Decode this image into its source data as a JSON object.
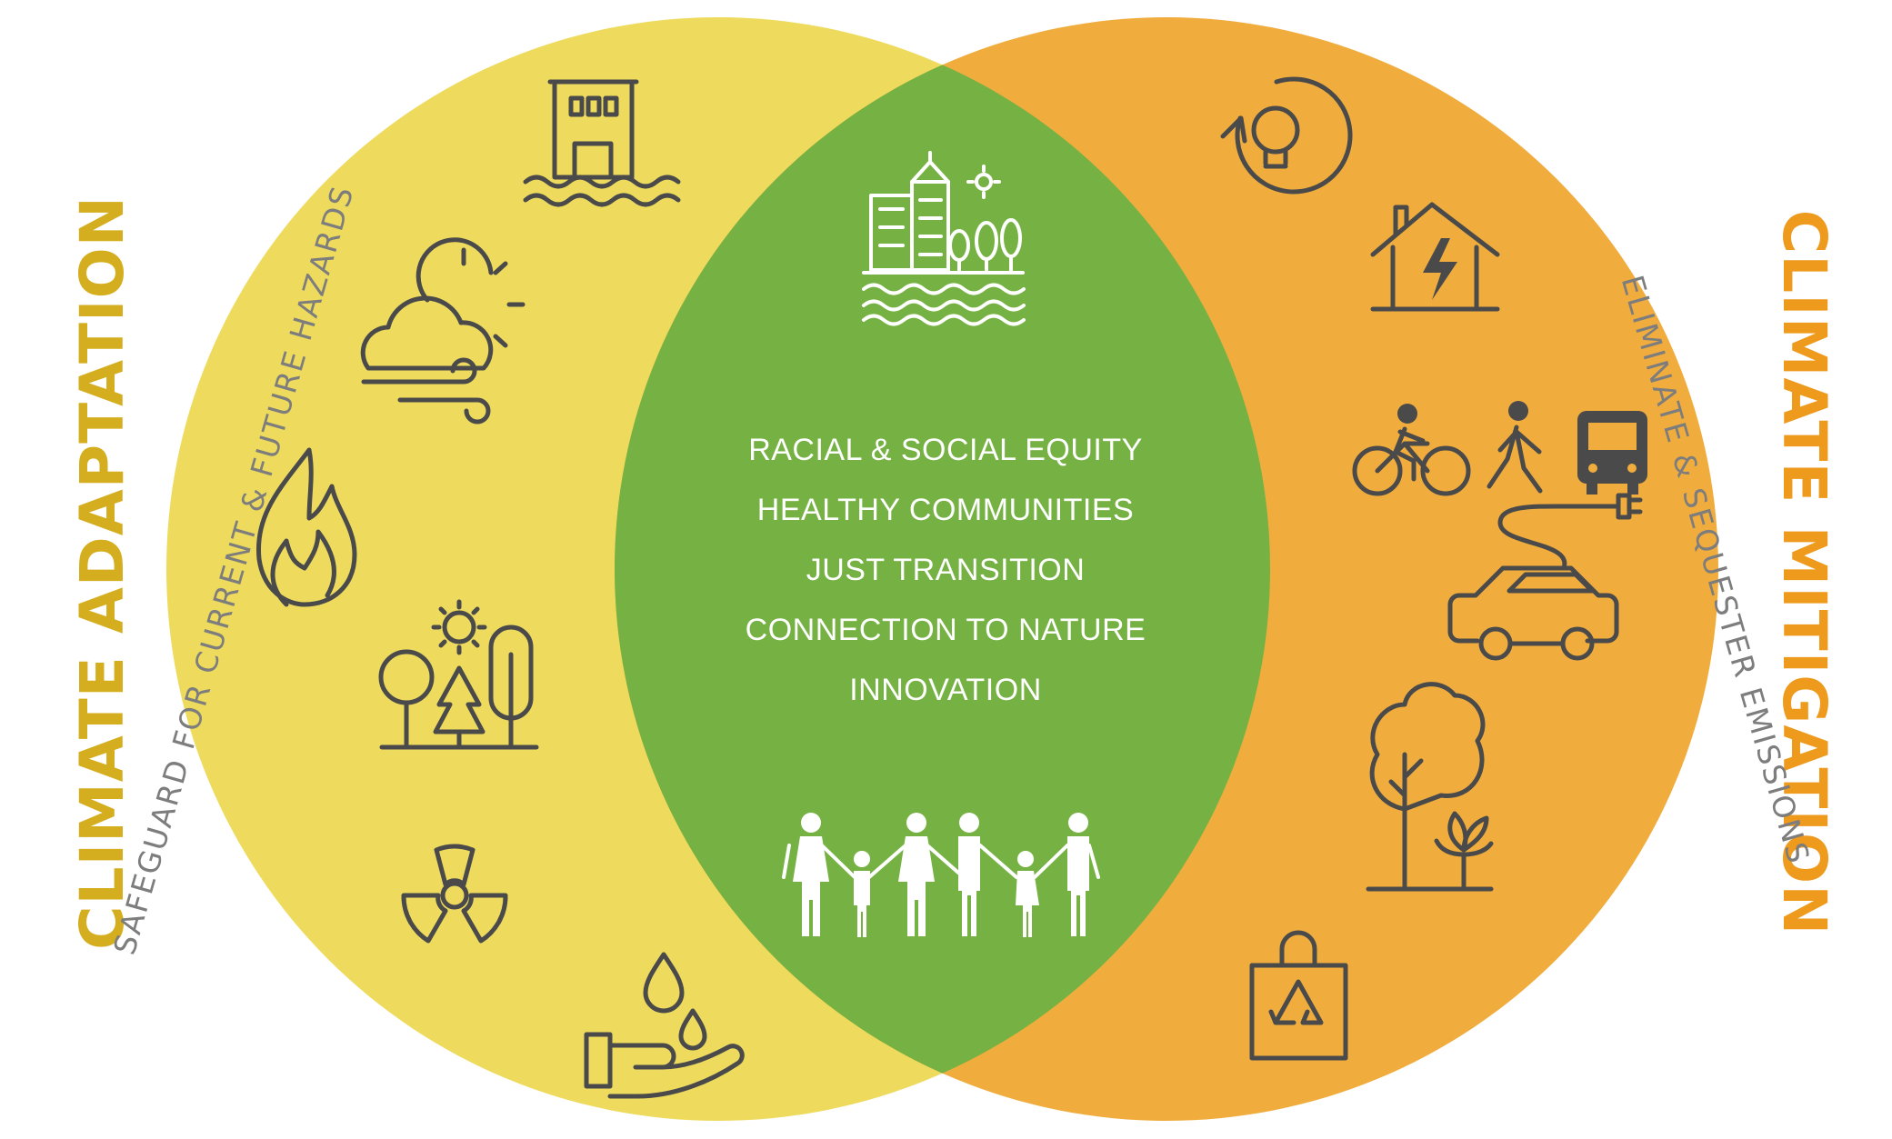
{
  "adaptation": {
    "title": "CLIMATE ADAPTATION",
    "subtitle": "SAFEGUARD FOR CURRENT & FUTURE HAZARDS",
    "color": "#EEDB5E",
    "title_color": "#D4AE1F",
    "icons": [
      "flooded-building-icon",
      "storm-weather-icon",
      "wildfire-icon",
      "forest-heat-icon",
      "radiation-icon",
      "water-hand-icon"
    ]
  },
  "mitigation": {
    "title": "CLIMATE MITIGATION",
    "subtitle": "ELIMINATE & SEQUESTER EMISSIONS",
    "color": "#F0AD3E",
    "title_color": "#EE9A1D",
    "icons": [
      "renewable-lightbulb-icon",
      "electric-home-icon",
      "cyclist-icon",
      "pedestrian-icon",
      "bus-icon",
      "electric-car-icon",
      "tree-plant-icon",
      "recycle-bag-icon"
    ]
  },
  "shared": {
    "color": "#76B243",
    "values": [
      "RACIAL & SOCIAL EQUITY",
      "HEALTHY COMMUNITIES",
      "JUST TRANSITION",
      "CONNECTION TO NATURE",
      "INNOVATION"
    ],
    "icons": [
      "waterfront-city-icon",
      "community-people-icon"
    ]
  },
  "subtitle_color": "#7d7d7d"
}
